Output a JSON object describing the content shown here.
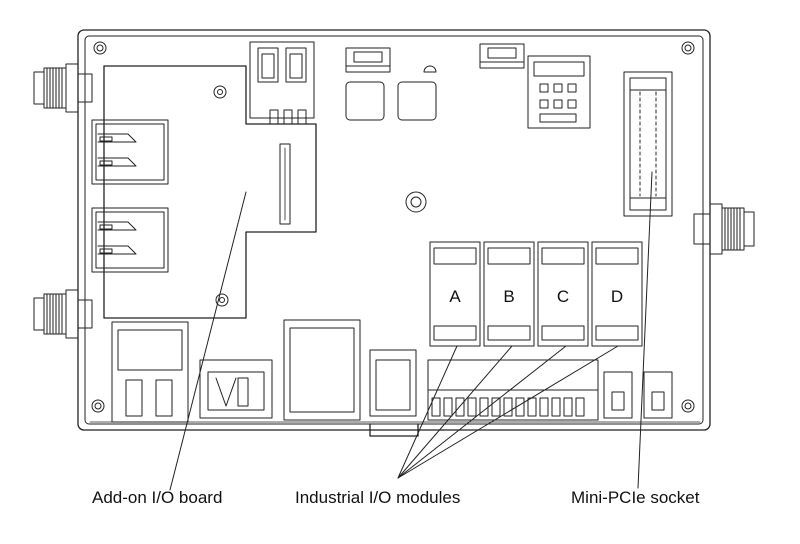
{
  "diagram": {
    "module_slots": [
      "A",
      "B",
      "C",
      "D"
    ],
    "callouts": {
      "addon_io_board": "Add-on I/O board",
      "industrial_io_modules": "Industrial I/O modules",
      "mini_pcie_socket": "Mini-PCIe socket"
    }
  },
  "colors": {
    "line": "#222222",
    "background": "#ffffff"
  }
}
